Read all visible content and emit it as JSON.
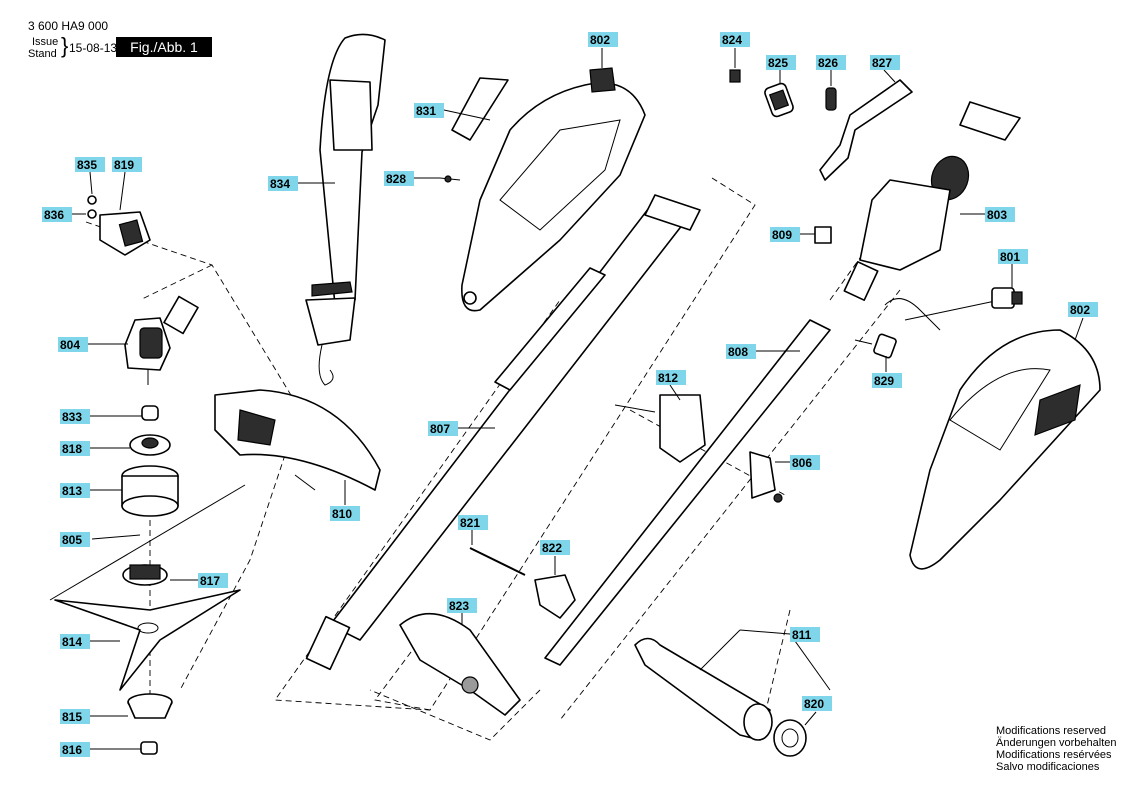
{
  "header": {
    "doc_number": "3 600 HA9 000",
    "issue_label": "Issue",
    "stand_label": "Stand",
    "issue_date": "15-08-13",
    "figure": "Fig./Abb. 1"
  },
  "footer_notes": [
    "Modifications reserved",
    "Änderungen vorbehalten",
    "Modifications resérvées",
    "Salvo modificaciones"
  ],
  "colors": {
    "label_background": "#7fd6ea",
    "line": "#000000",
    "dark_part": "#2d2d2d"
  },
  "callouts": [
    "802",
    "824",
    "825",
    "826",
    "827",
    "831",
    "835",
    "819",
    "836",
    "834",
    "828",
    "803",
    "809",
    "801",
    "802",
    "804",
    "808",
    "829",
    "812",
    "833",
    "807",
    "818",
    "806",
    "813",
    "810",
    "821",
    "822",
    "805",
    "817",
    "823",
    "814",
    "811",
    "815",
    "820",
    "816"
  ]
}
